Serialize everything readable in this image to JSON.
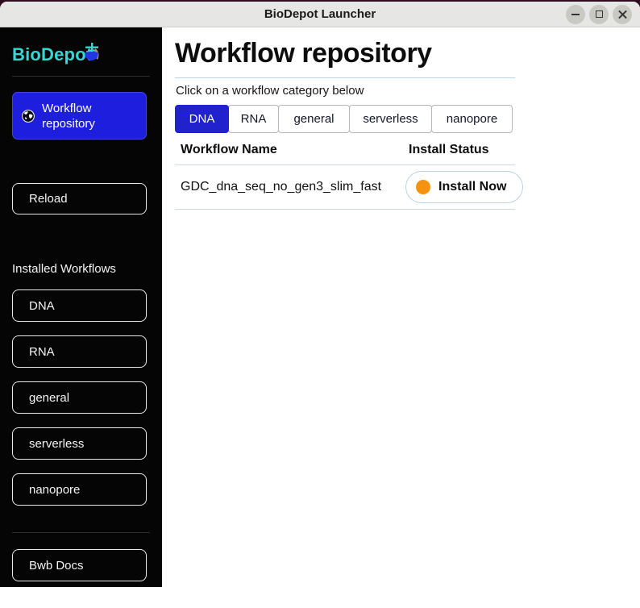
{
  "window": {
    "title": "BioDepot Launcher"
  },
  "icons": {
    "minimize": "minus-line",
    "maximize": "square-outline",
    "close": "x-cross",
    "repo": "globe-icon",
    "logo": "boat-cross-icon",
    "status": "filled-circle"
  },
  "colors": {
    "accent_blue": "#1e1ede",
    "tab_blue": "#2121ce",
    "status_orange": "#f5930f",
    "logo_cyan": "#35d8d0",
    "divider_blue": "#bdd4e6",
    "sidebar_bg": "#050505",
    "titlebar_bg": "#e6e6e4"
  },
  "sidebar": {
    "logo": "BioDepot",
    "repo_button": {
      "line1": "Workflow",
      "line2": "repository"
    },
    "reload_label": "Reload",
    "installed_heading": "Installed Workflows",
    "categories": [
      "DNA",
      "RNA",
      "general",
      "serverless",
      "nanopore"
    ],
    "docs_label": "Bwb Docs"
  },
  "main": {
    "title": "Workflow repository",
    "subtitle": "Click on a workflow category below",
    "tabs": [
      {
        "label": "DNA",
        "active": true
      },
      {
        "label": "RNA",
        "active": false
      },
      {
        "label": "general",
        "active": false
      },
      {
        "label": "serverless",
        "active": false
      },
      {
        "label": "nanopore",
        "active": false
      }
    ],
    "table": {
      "columns": [
        "Workflow Name",
        "Install Status"
      ],
      "rows": [
        {
          "name": "GDC_dna_seq_no_gen3_slim_fast",
          "status": "Install Now"
        }
      ]
    }
  }
}
